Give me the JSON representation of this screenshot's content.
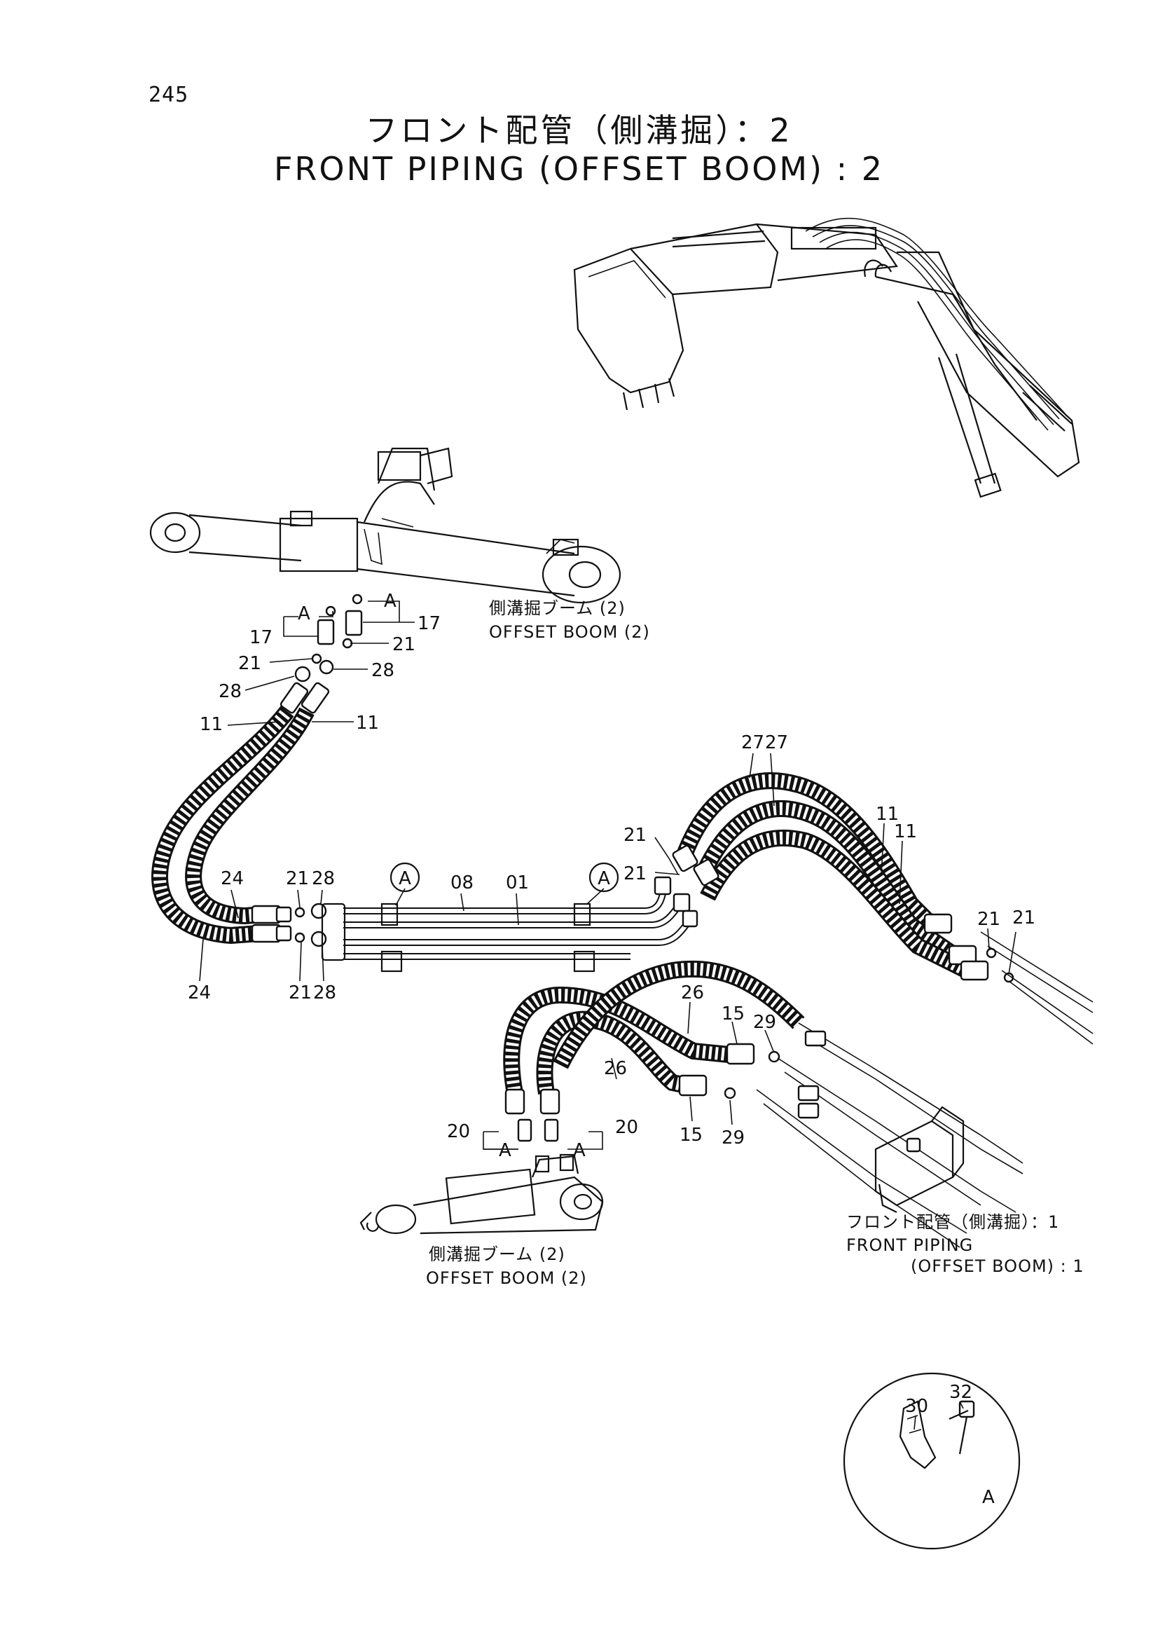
{
  "page": {
    "number": "245"
  },
  "title": {
    "japanese": "フロント配管（側溝掘）：2",
    "english": "FRONT PIPING (OFFSET BOOM) : 2"
  },
  "captions": {
    "upper_cylinder_jp": "側溝掘ブーム (2)",
    "upper_cylinder_en": "OFFSET BOOM (2)",
    "lower_cylinder_jp": "側溝掘ブーム (2)",
    "lower_cylinder_en": "OFFSET BOOM (2)",
    "reference_jp": "フロント配管（側溝掘）：1",
    "reference_en_1": "FRONT PIPING",
    "reference_en_2": "(OFFSET BOOM) : 1"
  },
  "view_markers": {
    "letter": "A"
  },
  "part_numbers": {
    "p01": "01",
    "p08": "08",
    "p11": "11",
    "p15": "15",
    "p17": "17",
    "p20": "20",
    "p21": "21",
    "p24": "24",
    "p26": "26",
    "p27": "27",
    "p28": "28",
    "p29": "29",
    "p30": "30",
    "p32": "32"
  }
}
